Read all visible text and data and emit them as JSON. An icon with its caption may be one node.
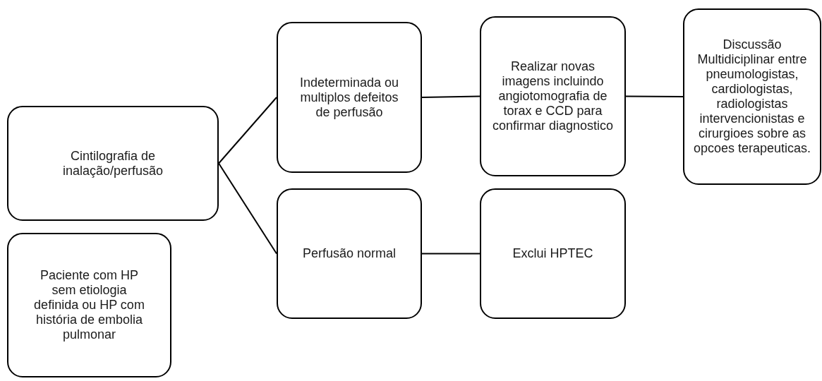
{
  "diagram": {
    "nodes": [
      {
        "text": [
          "Cintilografia de inalação/perfusão"
        ]
      },
      {
        "text": [
          "Paciente com HP sem etiologia definida ou HP com história de embolia pulmonar"
        ]
      },
      {
        "text": [
          "Indeterminada ou multiplos defeitos de perfusão"
        ]
      },
      {
        "text": [
          "Perfusão normal"
        ]
      },
      {
        "text": [
          "Realizar novas imagens incluindo angiotomografia de torax e CCD para confirmar diagnostico"
        ]
      },
      {
        "text": [
          "Exclui HPTEC"
        ]
      },
      {
        "text": [
          "Discussão Multidiciplinar entre pneumologistas, cardiologistas, radiologistas intervencionistas e cirurgioes sobre as opcoes terapeuticas."
        ]
      }
    ],
    "edges": [
      {
        "from": 0,
        "to": 2,
        "arrow": "none"
      },
      {
        "from": 0,
        "to": 3,
        "arrow": "none"
      },
      {
        "from": 2,
        "to": 4,
        "arrow": "none"
      },
      {
        "from": 4,
        "to": 6,
        "arrow": "none"
      },
      {
        "from": 3,
        "to": 5,
        "arrow": "none"
      }
    ]
  }
}
